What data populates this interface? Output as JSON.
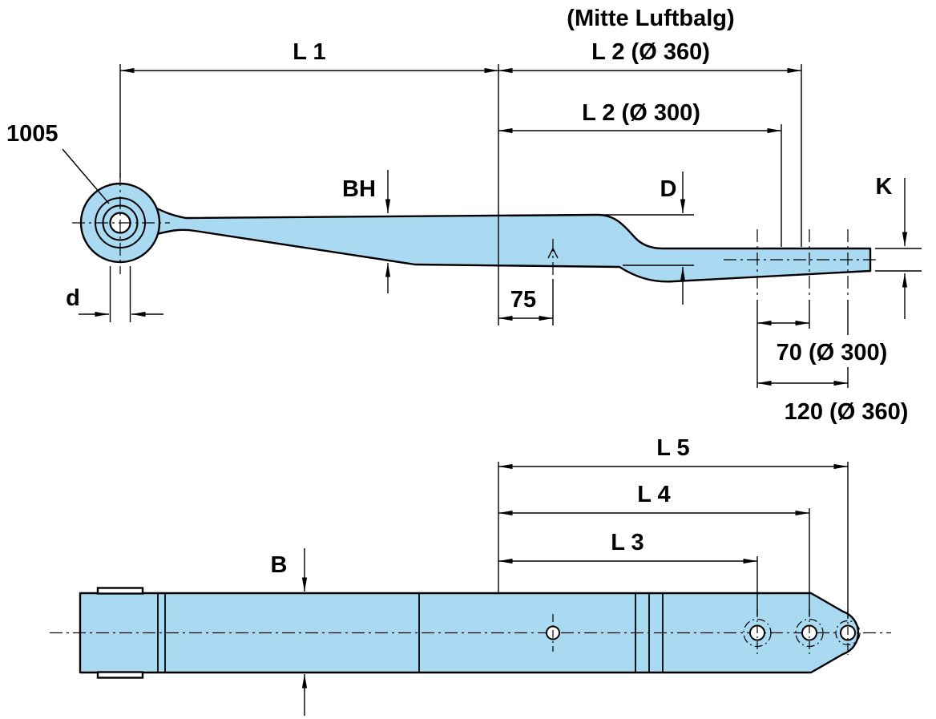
{
  "drawing": {
    "colors": {
      "spring_fill": "#a9daf2",
      "outline": "#000000",
      "background": "#ffffff"
    },
    "side_view": {
      "note_top": "(Mitte Luftbalg)",
      "part_label": "1005",
      "dims": {
        "l1": "L 1",
        "l2_360": "L 2 (Ø 360)",
        "l2_300": "L 2 (Ø 300)",
        "bh": "BH",
        "d_thickness": "D",
        "k": "K",
        "d_bore": "d",
        "hole_offset": "75",
        "spacing_70": "70 (Ø 300)",
        "spacing_120": "120 (Ø 360)"
      }
    },
    "plan_view": {
      "dims": {
        "b": "B",
        "l3": "L 3",
        "l4": "L 4",
        "l5": "L 5"
      }
    }
  }
}
